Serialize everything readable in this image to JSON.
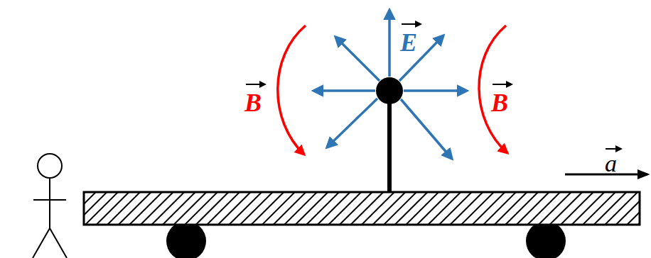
{
  "diagram": {
    "labels": [
      "E",
      "B",
      "B",
      "a"
    ]
  }
}
